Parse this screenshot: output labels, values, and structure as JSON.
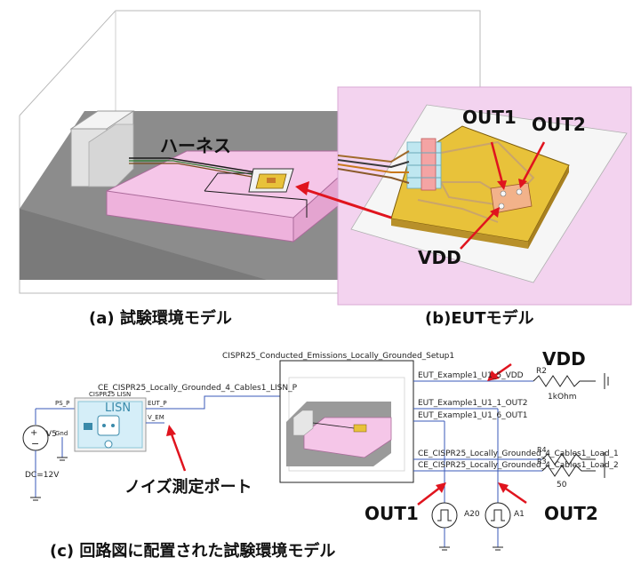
{
  "panel_a": {
    "harness_label": "ハーネス",
    "caption": "(a) 試験環境モデル"
  },
  "panel_b": {
    "out1_label": "OUT1",
    "out2_label": "OUT2",
    "vdd_label": "VDD",
    "caption": "(b)EUTモデル"
  },
  "panel_c": {
    "title": "CISPR25_Conducted_Emissions_Locally_Grounded_Setup1",
    "lisn_net": "CE_CISPR25_Locally_Grounded_4_Cables1_LISN_P",
    "lisn_box_label": "CISPR25 LISN",
    "lisn_text": "LISN",
    "lisn_pin_left": "PS_P",
    "lisn_pin_gnd": "Gnd",
    "lisn_pin_eut": "EUT_P",
    "lisn_pin_vem": "V_EM",
    "v5_label": "V5",
    "v5_value": "DC=12V",
    "net_vdd": "EUT_Example1_U1_5_VDD",
    "net_out2": "EUT_Example1_U1_1_OUT2",
    "net_out1": "EUT_Example1_U1_6_OUT1",
    "net_load1": "CE_CISPR25_Locally_Grounded_4_Cables1_Load_1",
    "net_load2": "CE_CISPR25_Locally_Grounded_4_Cables1_Load_2",
    "r2_label": "R2",
    "r2_value": "1kOhm",
    "r4_label": "R4",
    "r3_label": "R3",
    "r_value_50": "50",
    "vdd_label": "VDD",
    "noise_port_label": "ノイズ測定ポート",
    "out1_label": "OUT1",
    "out2_label": "OUT2",
    "a20_label": "A20",
    "a1_label": "A1",
    "caption": "(c) 回路図に配置された試験環境モデル"
  }
}
